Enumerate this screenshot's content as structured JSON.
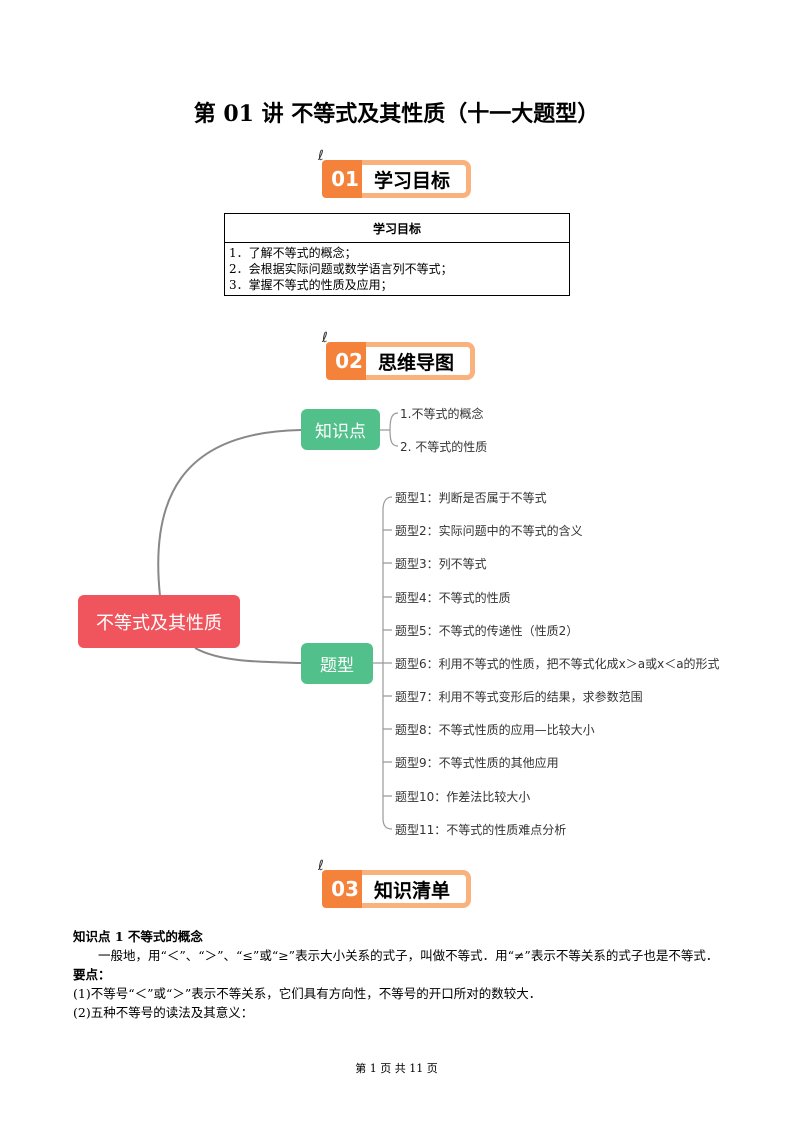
{
  "title": "第 01 讲  不等式及其性质（十一大题型）",
  "sections": [
    {
      "num": "01",
      "label": "学习目标"
    },
    {
      "num": "02",
      "label": "思维导图"
    },
    {
      "num": "03",
      "label": "知识清单"
    }
  ],
  "goals": {
    "header": "学习目标",
    "items": [
      "1．了解不等式的概念；",
      "2．会根据实际问题或数学语言列不等式；",
      "3．掌握不等式的性质及应用；"
    ]
  },
  "mindmap": {
    "root": "不等式及其性质",
    "knowledge": {
      "label": "知识点",
      "children": [
        "1.不等式的概念",
        "2. 不等式的性质"
      ]
    },
    "types": {
      "label": "题型",
      "children": [
        "题型1：判断是否属于不等式",
        "题型2：实际问题中的不等式的含义",
        "题型3：列不等式",
        "题型4：不等式的性质",
        "题型5：不等式的传递性（性质2）",
        "题型6：利用不等式的性质，把不等式化成x＞a或x＜a的形式",
        "题型7：利用不等式变形后的结果，求参数范围",
        "题型8：不等式性质的应用—比较大小",
        "题型9：不等式性质的其他应用",
        "题型10：作差法比较大小",
        "题型11：不等式的性质难点分析"
      ]
    },
    "colors": {
      "root": "#f0545c",
      "branch": "#52c08b"
    }
  },
  "knowledge1": {
    "heading": "知识点 1  不等式的概念",
    "para": "一般地，用“＜”、“＞”、“≤”或“≥”表示大小关系的式子，叫做不等式．用“≠”表示不等关系的式子也是不等式．",
    "key": "要点：",
    "points": [
      "(1)不等号“＜”或“＞”表示不等关系，它们具有方向性，不等号的开口所对的数较大．",
      "(2)五种不等号的读法及其意义："
    ]
  },
  "footer": "第  1  页  共  11  页"
}
